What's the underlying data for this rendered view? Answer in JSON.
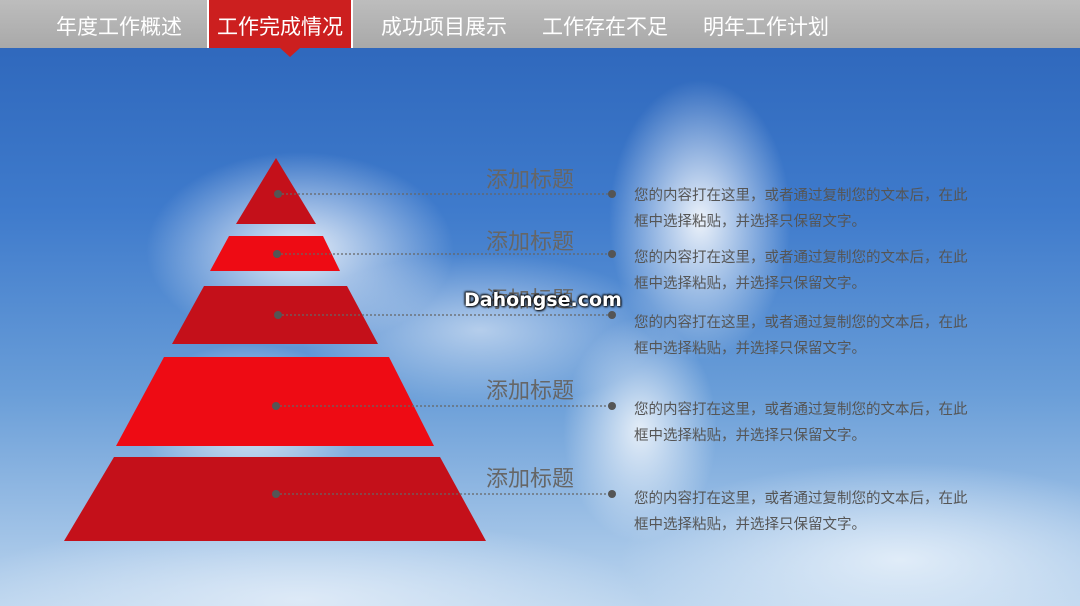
{
  "nav": {
    "tabs": [
      {
        "label": "年度工作概述",
        "active": false
      },
      {
        "label": "工作完成情况",
        "active": true
      },
      {
        "label": "成功项目展示",
        "active": false
      },
      {
        "label": "工作存在不足",
        "active": false
      },
      {
        "label": "明年工作计划",
        "active": false
      }
    ]
  },
  "pyramid": {
    "levels": [
      {
        "title": "添加标题",
        "body": "您的内容打在这里，或者通过复制您的文本后，在此框中选择粘贴，并选择只保留文字。"
      },
      {
        "title": "添加标题",
        "body": "您的内容打在这里，或者通过复制您的文本后，在此框中选择粘贴，并选择只保留文字。"
      },
      {
        "title": "添加标题",
        "body": "您的内容打在这里，或者通过复制您的文本后，在此框中选择粘贴，并选择只保留文字。"
      },
      {
        "title": "添加标题",
        "body": "您的内容打在这里，或者通过复制您的文本后，在此框中选择粘贴，并选择只保留文字。"
      },
      {
        "title": "添加标题",
        "body": "您的内容打在这里，或者通过复制您的文本后，在此框中选择粘贴，并选择只保留文字。"
      }
    ]
  },
  "watermark": "Dahongse.com",
  "colors": {
    "accent_red": "#cc1f1f",
    "pyramid_dark": "#c4101a",
    "pyramid_bright": "#ee0b14",
    "connector": "#666666"
  }
}
